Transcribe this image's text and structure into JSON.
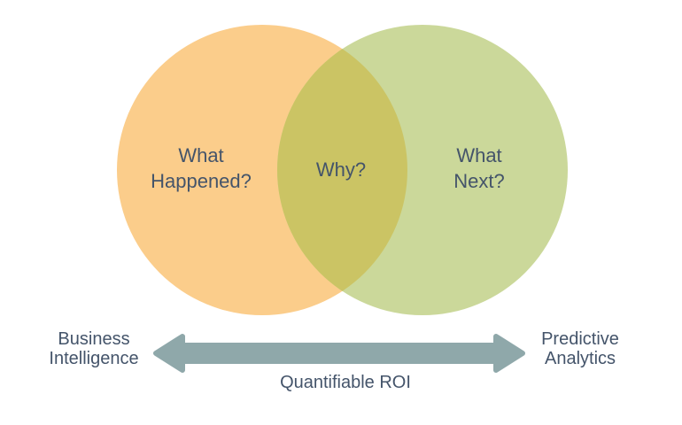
{
  "venn": {
    "left": {
      "label": "What\nHappened?"
    },
    "overlap": {
      "label": "Why?"
    },
    "right": {
      "label": "What\nNext?"
    }
  },
  "axis": {
    "left_label": "Business\nIntelligence",
    "right_label": "Predictive\nAnalytics",
    "arrow_label": "Quantifiable ROI"
  },
  "colors": {
    "left_circle": "#FBCD8B",
    "right_circle": "#CBD89A",
    "overlap": "#CBC464",
    "arrow": "#8FA8AA",
    "text": "#44546A"
  }
}
